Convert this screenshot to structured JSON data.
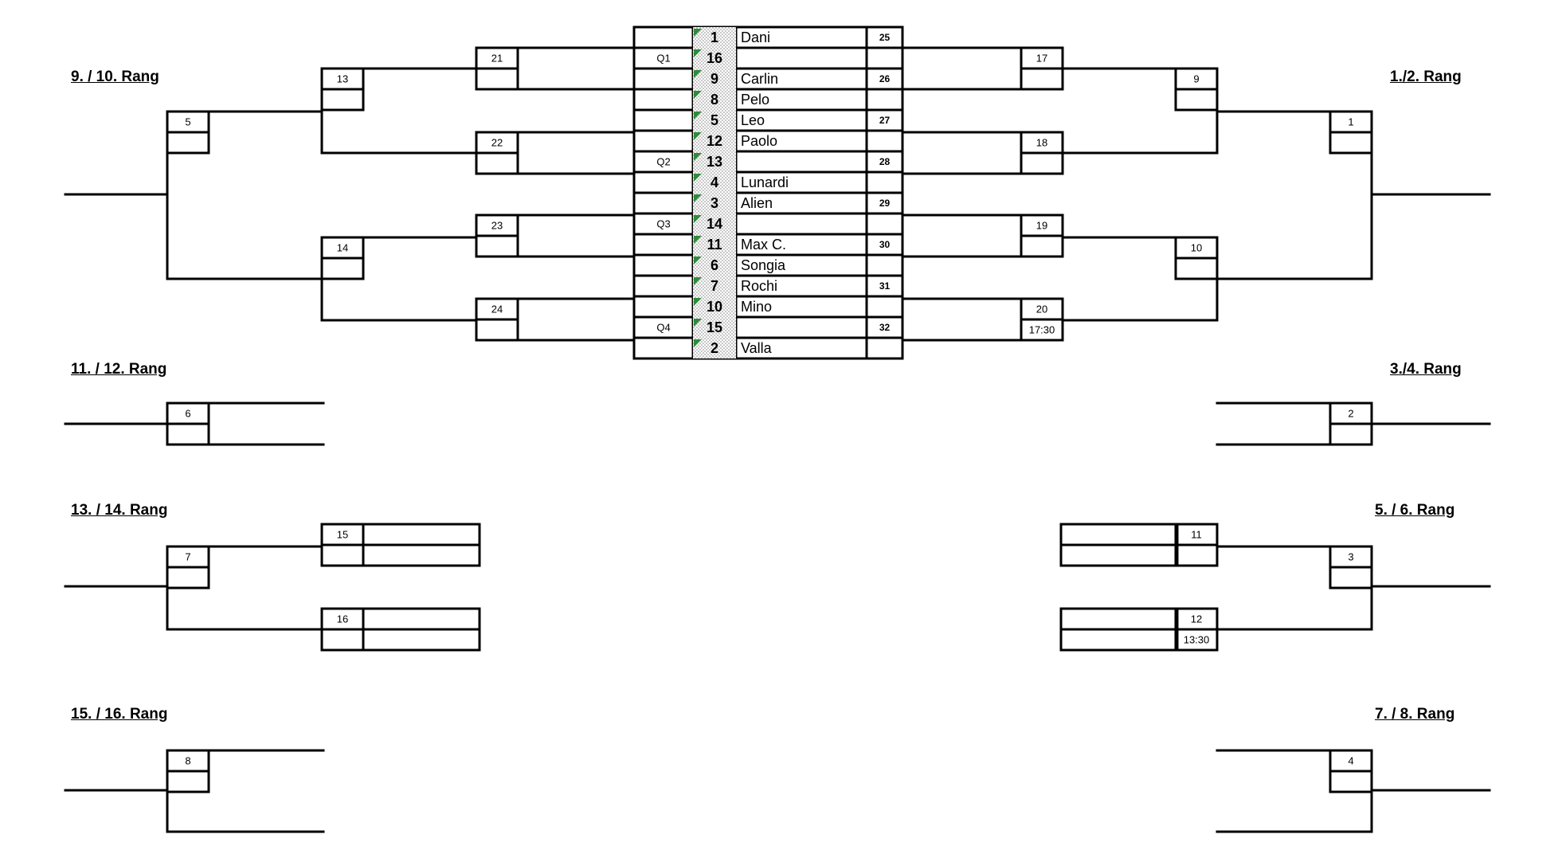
{
  "rank_labels": {
    "r9_10": "9. / 10. Rang",
    "r11_12": "11. / 12. Rang",
    "r13_14": "13. / 14. Rang",
    "r15_16": "15. / 16. Rang",
    "r1_2": "1./2. Rang",
    "r3_4": "3./4. Rang",
    "r5_6": "5. / 6. Rang",
    "r7_8": "7. / 8. Rang"
  },
  "seed_list": [
    {
      "seed": "1",
      "name": "Dani",
      "left": "",
      "right": "25"
    },
    {
      "seed": "16",
      "name": "",
      "left": "Q1",
      "right": ""
    },
    {
      "seed": "9",
      "name": "Carlin",
      "left": "",
      "right": "26"
    },
    {
      "seed": "8",
      "name": "Pelo",
      "left": "",
      "right": ""
    },
    {
      "seed": "5",
      "name": "Leo",
      "left": "",
      "right": "27"
    },
    {
      "seed": "12",
      "name": "Paolo",
      "left": "",
      "right": ""
    },
    {
      "seed": "13",
      "name": "",
      "left": "Q2",
      "right": "28"
    },
    {
      "seed": "4",
      "name": "Lunardi",
      "left": "",
      "right": ""
    },
    {
      "seed": "3",
      "name": "Alien",
      "left": "",
      "right": "29"
    },
    {
      "seed": "14",
      "name": "",
      "left": "Q3",
      "right": ""
    },
    {
      "seed": "11",
      "name": "Max C.",
      "left": "",
      "right": "30"
    },
    {
      "seed": "6",
      "name": "Songia",
      "left": "",
      "right": ""
    },
    {
      "seed": "7",
      "name": "Rochi",
      "left": "",
      "right": "31"
    },
    {
      "seed": "10",
      "name": "Mino",
      "left": "",
      "right": ""
    },
    {
      "seed": "15",
      "name": "",
      "left": "Q4",
      "right": "32"
    },
    {
      "seed": "2",
      "name": "Valla",
      "left": "",
      "right": ""
    }
  ],
  "games": {
    "g1": "1",
    "g2": "2",
    "g3": "3",
    "g4": "4",
    "g5": "5",
    "g6": "6",
    "g7": "7",
    "g8": "8",
    "g9": "9",
    "g10": "10",
    "g11": "11",
    "g12": "12",
    "g13": "13",
    "g14": "14",
    "g15": "15",
    "g16": "16",
    "g17": "17",
    "g18": "18",
    "g19": "19",
    "g20": "20",
    "g21": "21",
    "g22": "22",
    "g23": "23",
    "g24": "24"
  },
  "times": {
    "g20": "17:30",
    "g12": "13:30"
  },
  "colors": {
    "line": "#000000",
    "seed_marker": "#2e8b3a",
    "seed_fill_dot": "#888888"
  }
}
